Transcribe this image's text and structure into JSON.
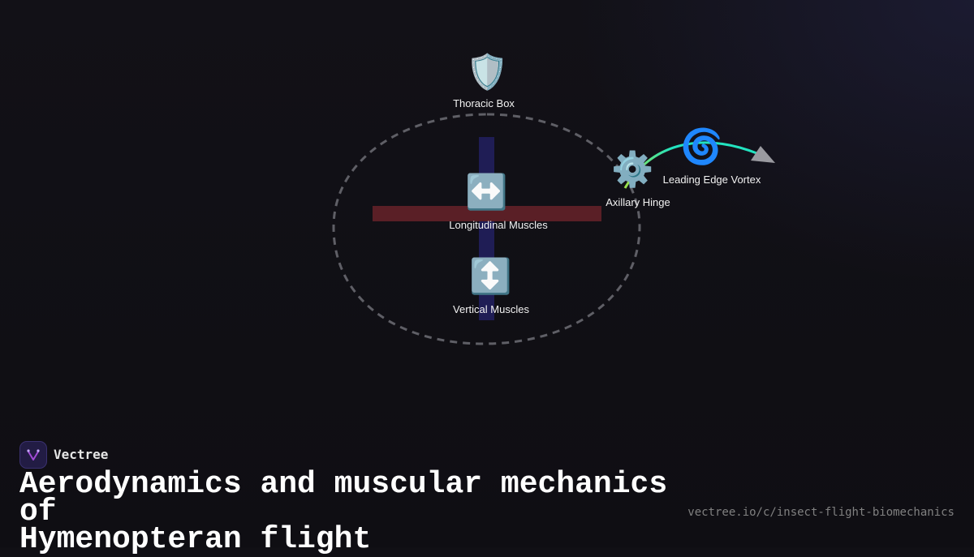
{
  "diagram": {
    "nodes": [
      {
        "id": "thoracic-box",
        "label": "Thoracic Box",
        "icon": "shield-icon",
        "glyph": "🛡️"
      },
      {
        "id": "longitudinal-muscles",
        "label": "Longitudinal Muscles",
        "icon": "left-right-arrow-icon",
        "glyph": "↔️"
      },
      {
        "id": "vertical-muscles",
        "label": "Vertical Muscles",
        "icon": "up-down-arrow-icon",
        "glyph": "↕️"
      },
      {
        "id": "axillary-hinge",
        "label": "Axillary Hinge",
        "icon": "gear-icon",
        "glyph": "⚙️"
      },
      {
        "id": "leading-edge-vortex",
        "label": "Leading Edge Vortex",
        "icon": "cyclone-icon",
        "glyph": "🌀"
      }
    ],
    "colors": {
      "thorax_outline": "#5f5f66",
      "longitudinal_bar": "#5a1f26",
      "vertical_bar": "#1f1d55",
      "vortex_arc_start": "#9be04a",
      "vortex_arc_end": "#22e3c0",
      "arrow_head": "#9a9aa0"
    }
  },
  "footer": {
    "brand": "Vectree",
    "title_line1": "Aerodynamics and muscular mechanics of",
    "title_line2": "Hymenopteran flight",
    "url": "vectree.io/c/insect-flight-biomechanics"
  }
}
